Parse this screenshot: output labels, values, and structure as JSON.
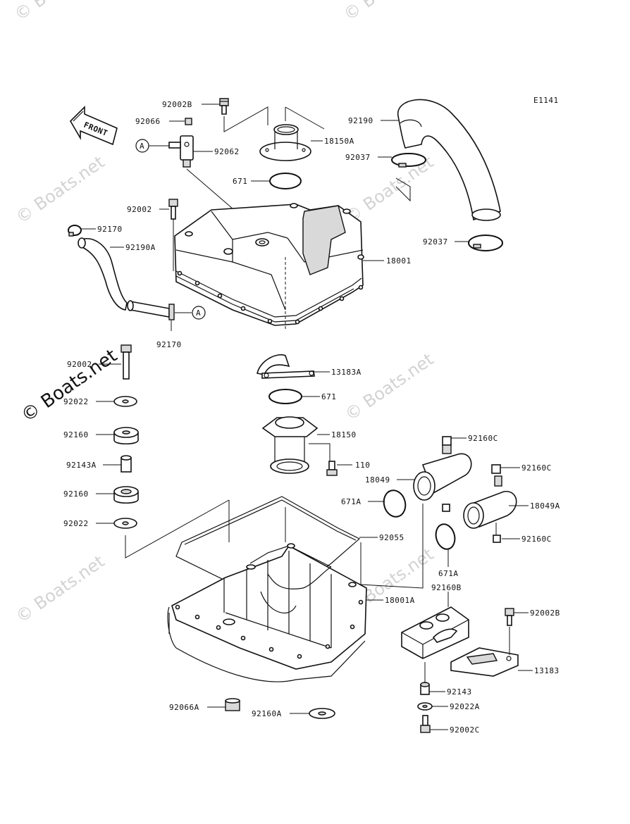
{
  "diagram": {
    "code": "E1141",
    "front_label": "FRONT",
    "watermark": "© Boats.net",
    "callout_a": "A",
    "parts": [
      "92002B",
      "92066",
      "92062",
      "18150A",
      "92190",
      "92037",
      "671",
      "92002",
      "92170",
      "92190A",
      "18001",
      "92037",
      "92170",
      "92002",
      "92022",
      "13183A",
      "671",
      "92160",
      "18150",
      "92143A",
      "110",
      "92160C",
      "92160C",
      "18049",
      "18049A",
      "92160",
      "671A",
      "92022",
      "92055",
      "92160C",
      "671A",
      "92160B",
      "18001A",
      "92002B",
      "13183",
      "92143",
      "92066A",
      "92160A",
      "92022A",
      "92002C"
    ]
  }
}
